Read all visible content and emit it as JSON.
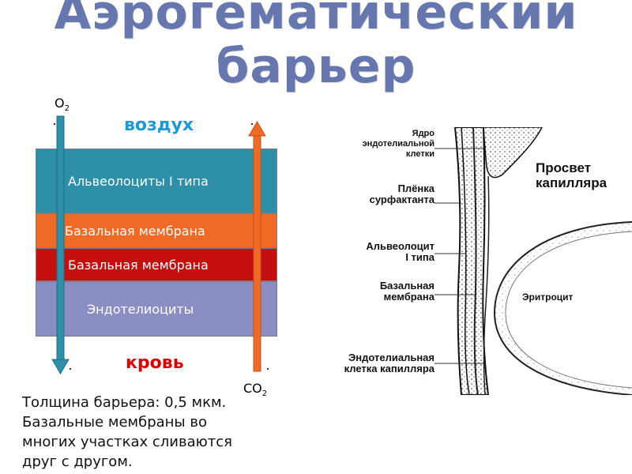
{
  "title": {
    "line1": "Аэрогематический",
    "line2": "барьер"
  },
  "scheme": {
    "top_medium": "воздух",
    "bottom_medium": "кровь",
    "o2": {
      "base": "O",
      "sub": "2"
    },
    "co2": {
      "base": "CO",
      "sub": "2"
    },
    "layers": [
      "Альвеолоциты I типа",
      "Базальная мембрана",
      "Базальная мембрана",
      "Эндотелиоциты"
    ],
    "colors": {
      "layer1": "#2e8fa8",
      "layer2": "#ef6a24",
      "layer3": "#c50e0e",
      "layer4": "#8b8ec2",
      "arrow_down": "#2e8fa8",
      "arrow_up": "#ef6a24",
      "title": "#6577ae",
      "air": "#1b9ad8",
      "blood": "#e00000"
    }
  },
  "description": [
    "Толщина барьера: 0,5 мкм.",
    "Базальные мембраны во",
    "многих участках сливаются",
    "друг с другом."
  ],
  "figure": {
    "labels": {
      "nucleus": [
        "Ядро",
        "эндотелиальной",
        "клетки"
      ],
      "surfactant": [
        "Плёнка",
        "сурфактанта"
      ],
      "alveolocyte": [
        "Альвеолоцит",
        "I типа"
      ],
      "basal": [
        "Базальная",
        "мембрана"
      ],
      "endothelial": [
        "Эндотелиальная",
        "клетка капилляра"
      ],
      "lumen": [
        "Просвет",
        "капилляра"
      ],
      "erythrocyte": "Эритроцит"
    }
  }
}
